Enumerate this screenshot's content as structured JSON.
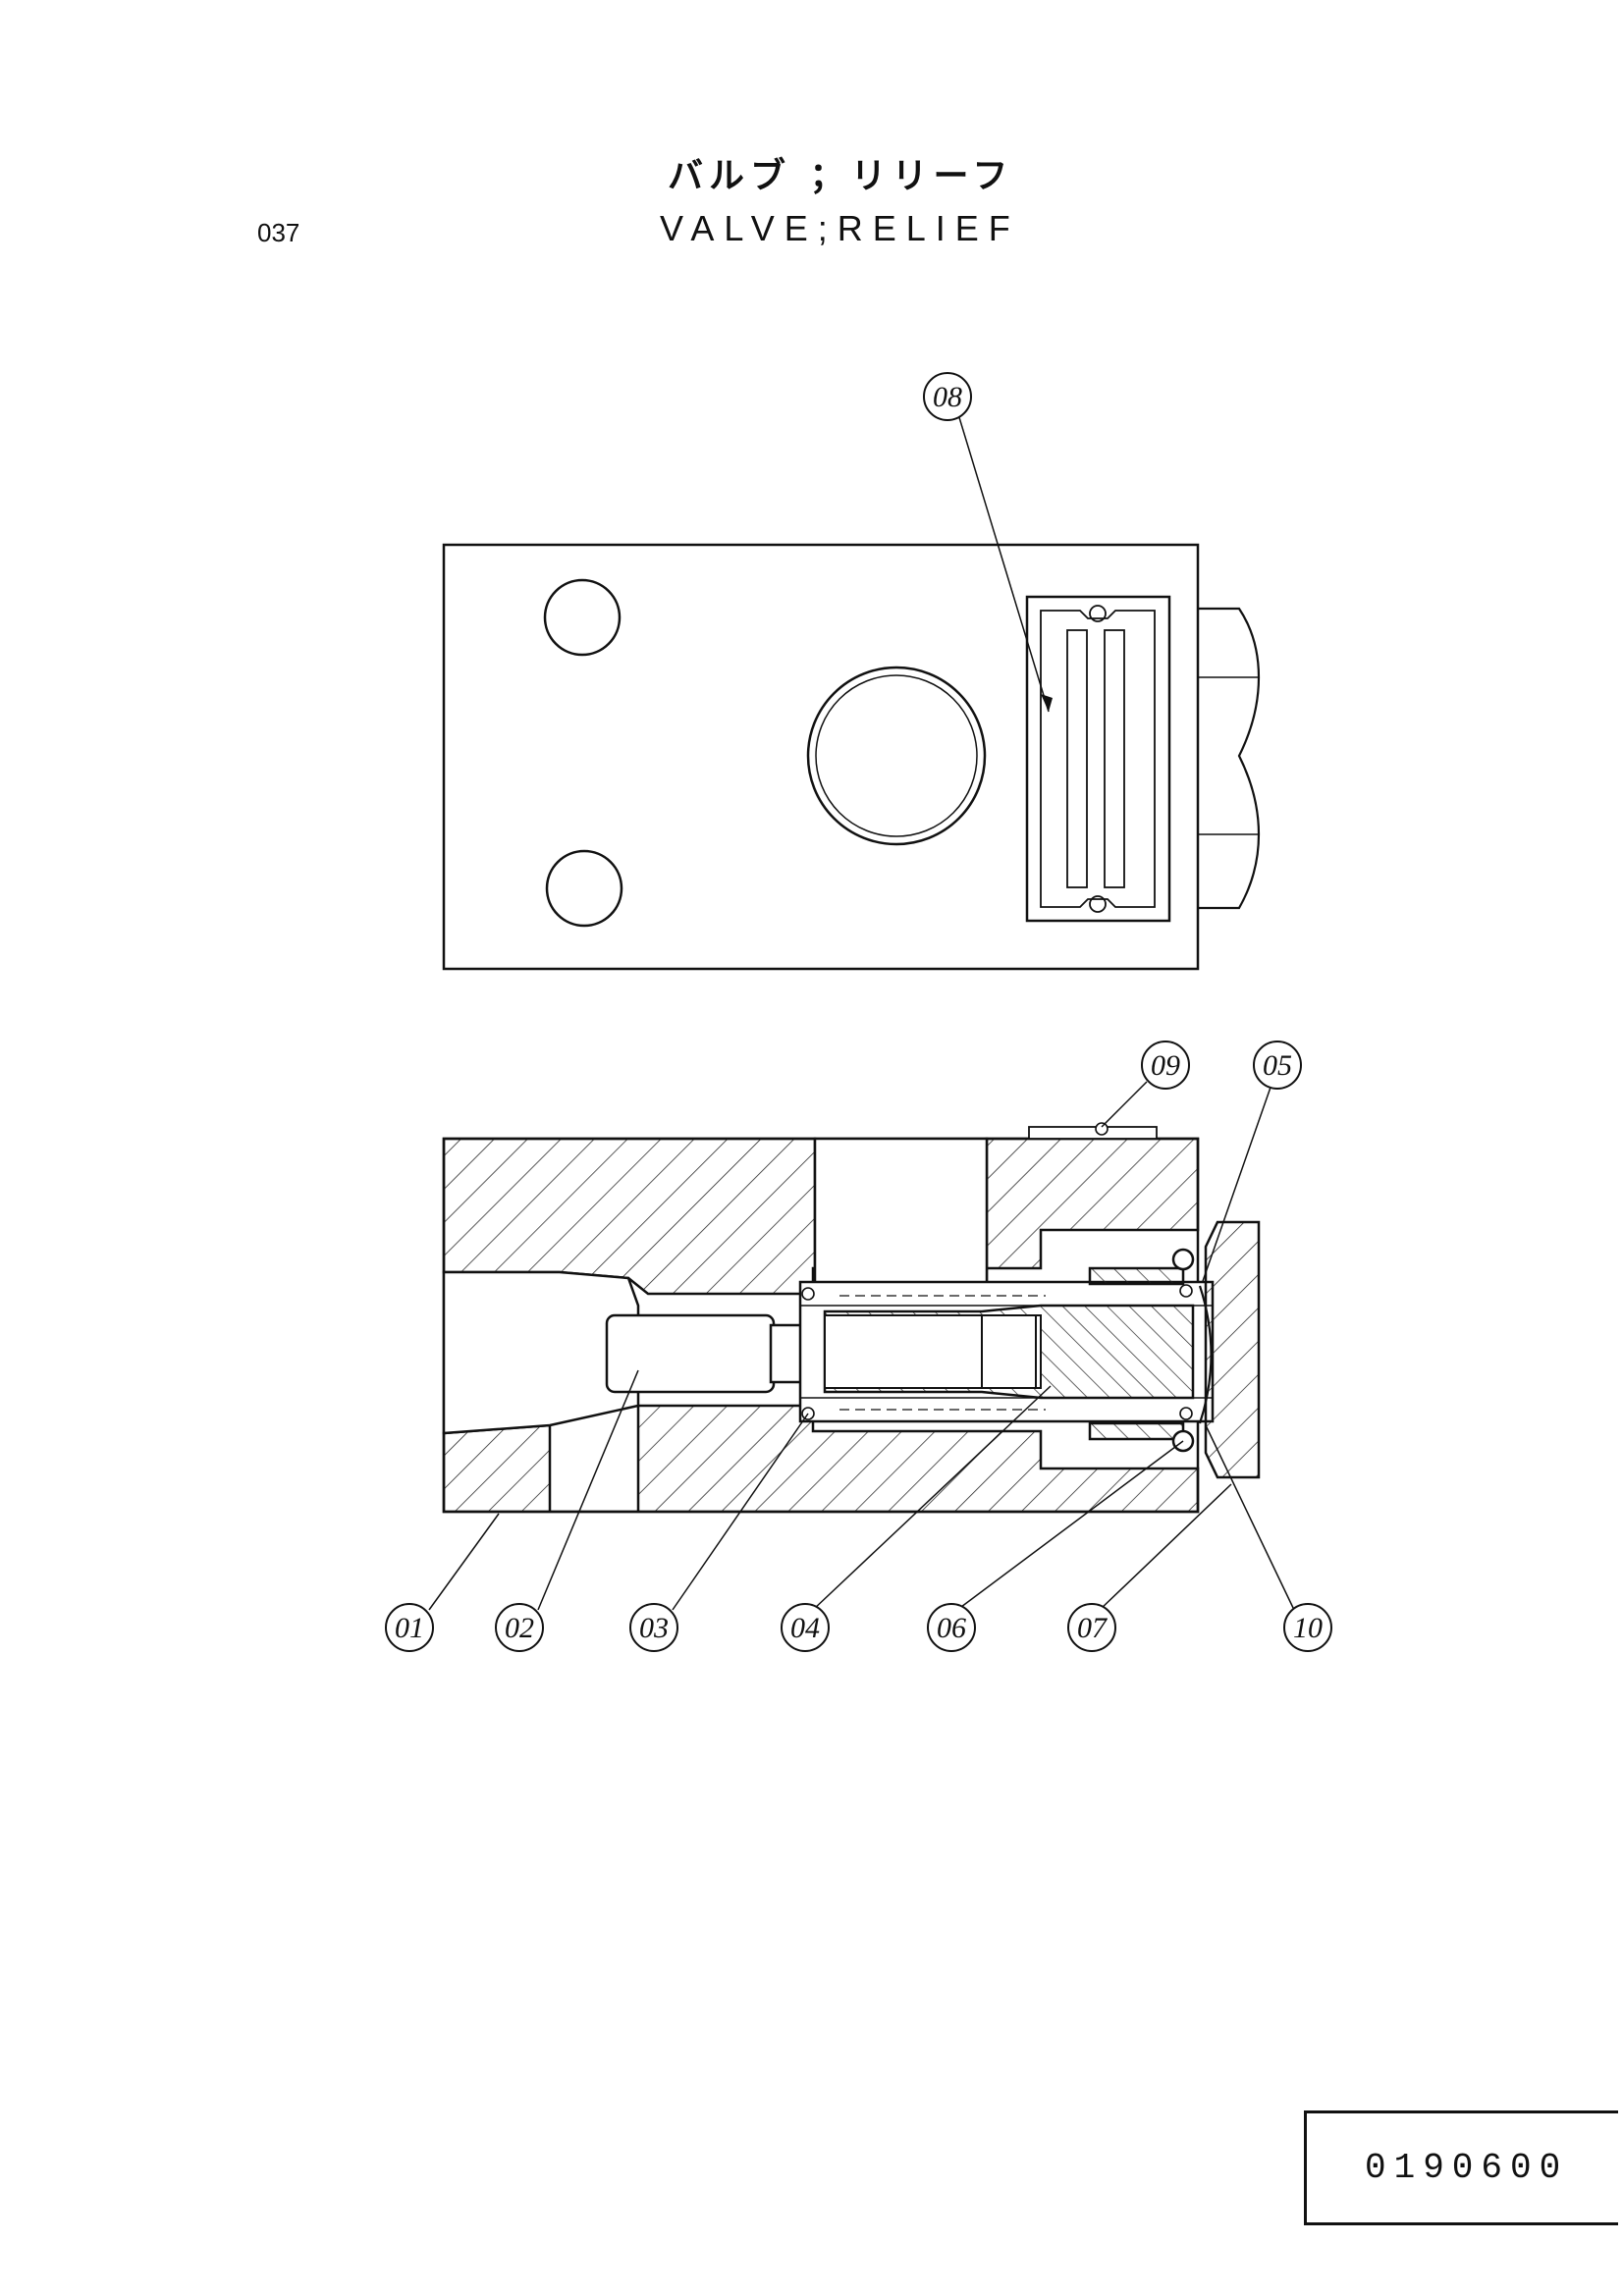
{
  "header": {
    "title_jp": "バルブ ；リリーフ",
    "title_en": "VALVE;RELIEF",
    "page_number": "037"
  },
  "callouts": [
    "08",
    "09",
    "05",
    "01",
    "02",
    "03",
    "04",
    "06",
    "07",
    "10"
  ],
  "footer": {
    "drawing_code": "0190600"
  }
}
